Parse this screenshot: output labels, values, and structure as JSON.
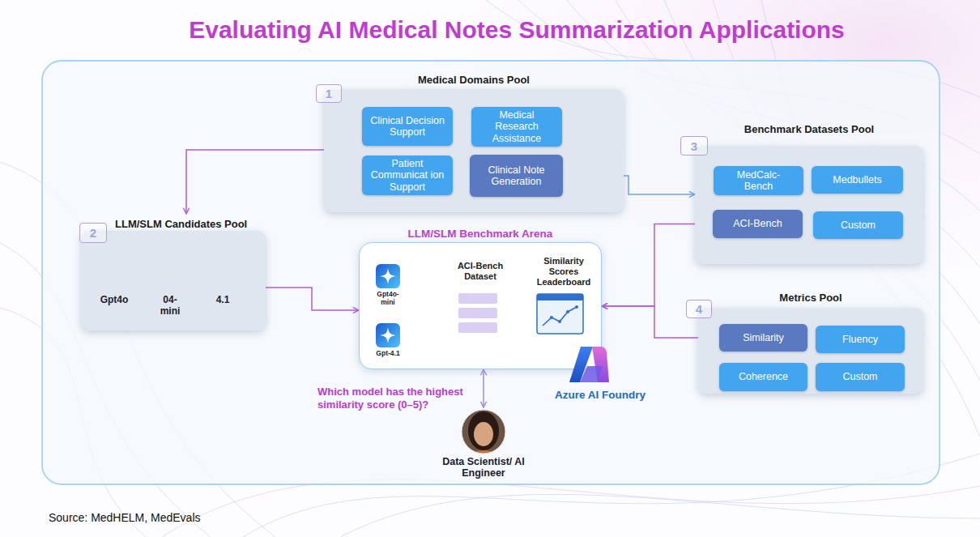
{
  "diagram": {
    "title": "Evaluating AI Medical Notes Summarization Applications",
    "nodes": [
      {
        "text": [
          "Medical Domains Pool"
        ]
      },
      {
        "text": [
          "Clinical Decision Support"
        ],
        "in": 0
      },
      {
        "text": [
          "Medical Research Assistance"
        ],
        "in": 0
      },
      {
        "text": [
          "Patient Communicat ion Support"
        ],
        "in": 0
      },
      {
        "text": [
          "Clinical Note Generation"
        ],
        "in": 0
      },
      {
        "text": [
          "LLM/SLM Candidates Pool"
        ]
      },
      {
        "text": [
          "Gpt4o"
        ],
        "in": 5
      },
      {
        "text": [
          "04- mini"
        ],
        "in": 5
      },
      {
        "text": [
          "4.1"
        ],
        "in": 5
      },
      {
        "text": [
          "LLM/SLM Benchmark Arena"
        ]
      },
      {
        "text": [
          "Gpt4o- mini"
        ],
        "in": 9
      },
      {
        "text": [
          "Gpt-4.1"
        ],
        "in": 9
      },
      {
        "text": [
          "ACI-Bench Dataset"
        ],
        "in": 9
      },
      {
        "text": [
          "Similarity Scores Leaderboard"
        ],
        "in": 9
      },
      {
        "text": [
          "Benchmark Datasets Pool"
        ]
      },
      {
        "text": [
          "MedCalc- Bench"
        ],
        "in": 14
      },
      {
        "text": [
          "Medbullets"
        ],
        "in": 14
      },
      {
        "text": [
          "ACI-Bench"
        ],
        "in": 14
      },
      {
        "text": [
          "Custom"
        ],
        "in": 14
      },
      {
        "text": [
          "Metrics Pool"
        ]
      },
      {
        "text": [
          "Similarity"
        ],
        "in": 19
      },
      {
        "text": [
          "Fluency"
        ],
        "in": 19
      },
      {
        "text": [
          "Coherence"
        ],
        "in": 19
      },
      {
        "text": [
          "Custom"
        ],
        "in": 19
      },
      {
        "text": [
          "Data Scientist/ AI Engineer"
        ]
      }
    ],
    "edges": [
      {
        "from": 0,
        "to": 5,
        "arrow": "to"
      },
      {
        "from": 4,
        "to": 14,
        "arrow": "to"
      },
      {
        "from": 5,
        "to": 9,
        "arrow": "to"
      },
      {
        "from": 17,
        "to": 9,
        "arrow": "to"
      },
      {
        "from": 20,
        "to": 9,
        "arrow": "to"
      },
      {
        "from": 10,
        "to": 12,
        "arrow": "to"
      },
      {
        "from": 11,
        "to": 12,
        "arrow": "to"
      },
      {
        "from": 12,
        "to": 13,
        "arrow": "to"
      },
      {
        "from": 9,
        "to": 24,
        "arrow": "both"
      }
    ],
    "labels": [
      "1",
      "2",
      "3",
      "4",
      "Which model has the highest similarity score (0–5)?",
      "Azure AI Foundry",
      "Source: MedHELM, MedEvals"
    ]
  }
}
